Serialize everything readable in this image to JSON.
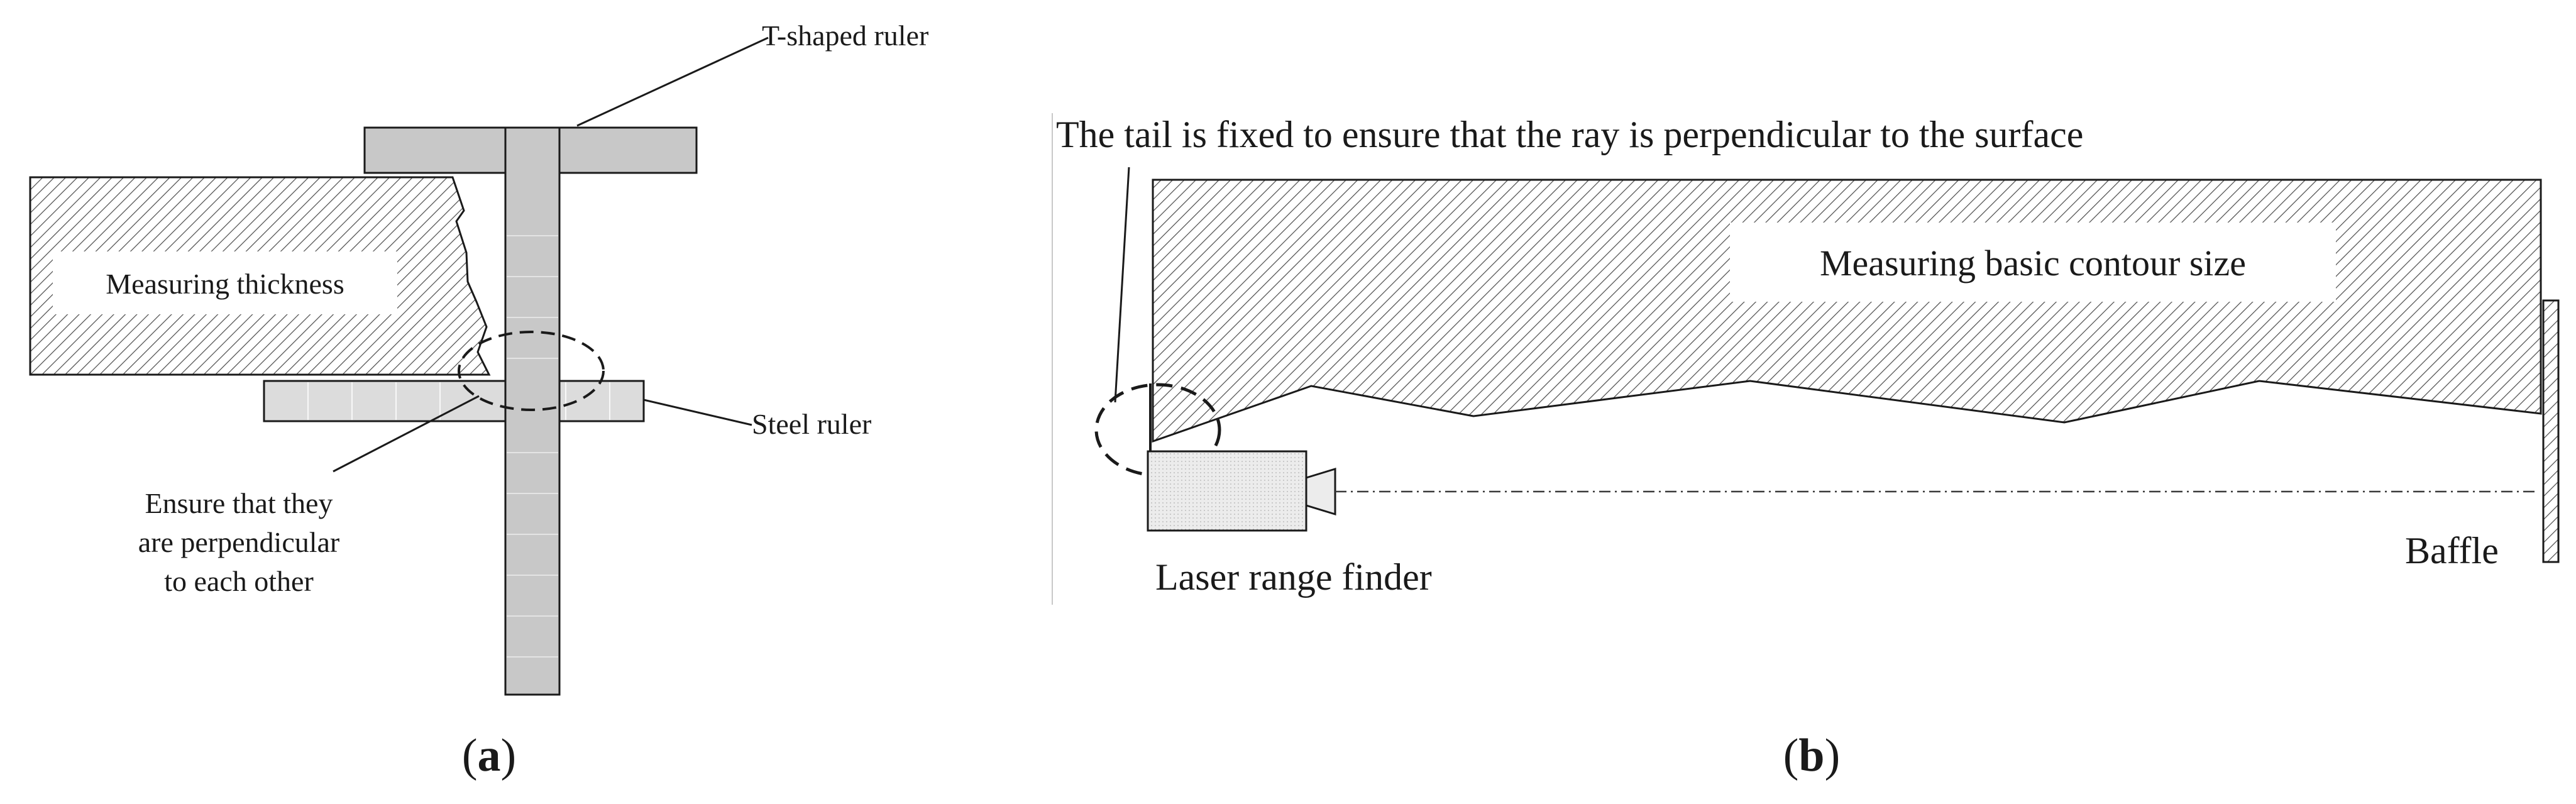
{
  "panel_a": {
    "t_ruler_label": "T-shaped ruler",
    "thickness_label": "Measuring thickness",
    "steel_ruler_label": "Steel ruler",
    "perpendicular_note": [
      "Ensure that they",
      "are perpendicular",
      "to each other"
    ],
    "caption_letter": "a"
  },
  "panel_b": {
    "tail_note": "The tail is fixed to ensure that the ray is perpendicular to the surface",
    "contour_label": "Measuring basic contour size",
    "laser_label": "Laser range finder",
    "baffle_label": "Baffle",
    "caption_letter": "b"
  },
  "colors": {
    "ruler_fill": "#c8c8c8",
    "steel_fill": "#dcdcdc",
    "laser_fill": "#ececec",
    "stroke": "#1a1a1a"
  }
}
